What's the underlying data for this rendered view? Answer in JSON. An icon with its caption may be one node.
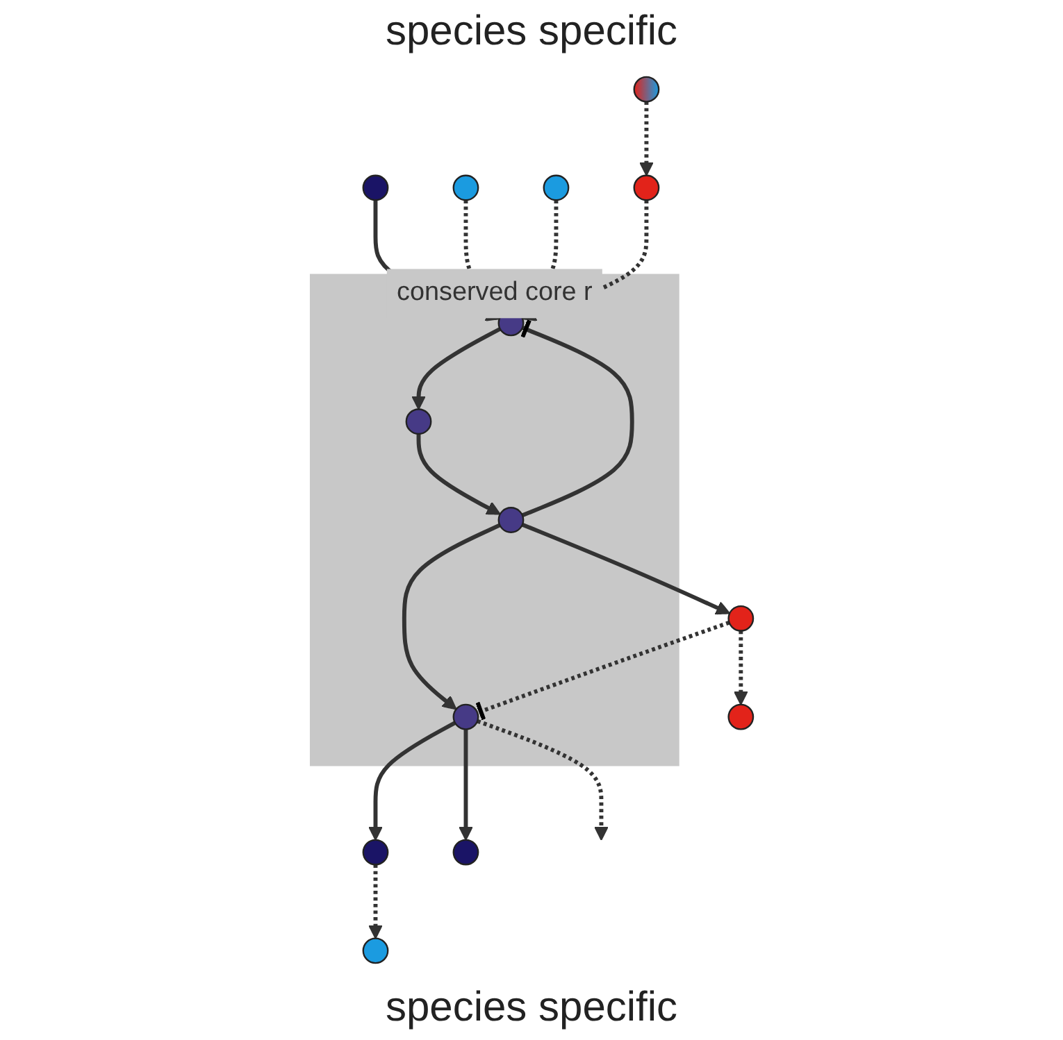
{
  "diagram": {
    "nodes": [
      {
        "text": [],
        "shape": "circle"
      },
      {
        "text": [],
        "shape": "circle"
      },
      {
        "text": [
          "conserved core r"
        ]
      },
      {
        "text": [],
        "shape": "circle"
      },
      {
        "text": [],
        "shape": "circle",
        "in": 2
      },
      {
        "text": [],
        "shape": "circle"
      },
      {
        "text": [],
        "shape": "circle",
        "in": 2
      },
      {
        "text": [],
        "shape": "circle",
        "in": 2
      },
      {
        "text": [],
        "shape": "circle"
      },
      {
        "text": [],
        "shape": "circle"
      },
      {
        "text": [],
        "shape": "circle"
      },
      {
        "text": [],
        "shape": "circle",
        "in": 2
      },
      {
        "text": [],
        "shape": "circle"
      },
      {
        "text": [],
        "shape": "circle"
      },
      {
        "text": [],
        "shape": "circle"
      }
    ],
    "edges": [
      {
        "from": 0,
        "to": 4,
        "arrow": "to"
      },
      {
        "from": 1,
        "to": 4,
        "arrow": "to",
        "style": "dashed"
      },
      {
        "from": 3,
        "to": 4,
        "arrow": "to",
        "style": "dashed"
      },
      {
        "from": 5,
        "to": 4,
        "arrow": "to",
        "style": "dashed"
      },
      {
        "from": 7,
        "to": 4,
        "arrow": "other"
      },
      {
        "from": 4,
        "to": 6,
        "arrow": "to"
      },
      {
        "from": 6,
        "to": 7,
        "arrow": "to"
      },
      {
        "from": 7,
        "to": 10,
        "arrow": "to"
      },
      {
        "from": 7,
        "to": 11,
        "arrow": "to"
      },
      {
        "from": 11,
        "to": null,
        "arrow": "to",
        "style": "dashed"
      },
      {
        "from": 8,
        "to": 5,
        "arrow": "to",
        "style": "dashed"
      },
      {
        "from": 10,
        "to": 9,
        "arrow": "to",
        "style": "dashed"
      },
      {
        "from": 10,
        "to": 11,
        "arrow": "other",
        "style": "dashed"
      },
      {
        "from": 11,
        "to": 12,
        "arrow": "to"
      },
      {
        "from": 11,
        "to": 14,
        "arrow": "to"
      },
      {
        "from": 12,
        "to": 13,
        "arrow": "to",
        "style": "dashed"
      }
    ],
    "labels": [
      "species specific",
      "species specific"
    ]
  }
}
